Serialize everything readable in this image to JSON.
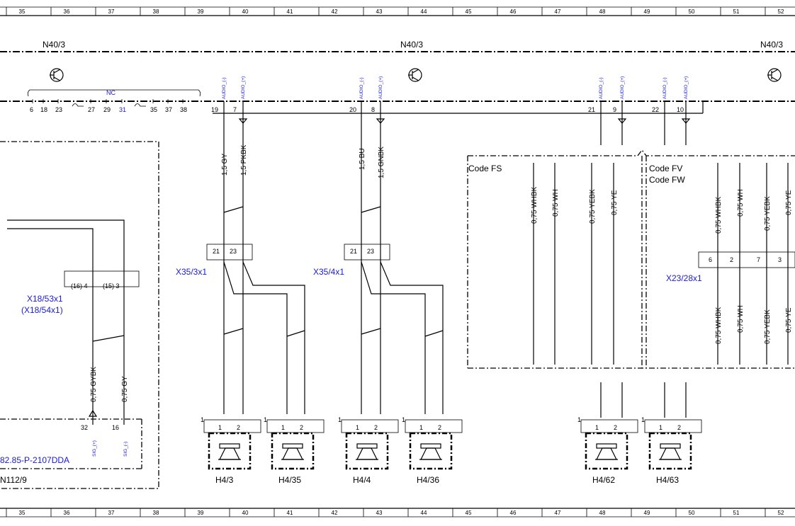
{
  "grid_numbers": [
    "35",
    "36",
    "37",
    "38",
    "39",
    "40",
    "41",
    "42",
    "43",
    "44",
    "45",
    "46",
    "47",
    "48",
    "49",
    "50",
    "51",
    "52"
  ],
  "component_label": "N40/3",
  "nc_label": "NC",
  "audio_minus": "AUDIO_(-)",
  "audio_plus": "AUDIO_(+)",
  "left_pins": [
    "6",
    "18",
    "23",
    "27",
    "29",
    "31",
    "35",
    "37",
    "38"
  ],
  "connectors": {
    "x35_3": {
      "label": "X35/3x1",
      "pins": [
        "21",
        "23"
      ],
      "audio_pins": [
        "19",
        "7"
      ],
      "wire_a": "1,5 GY",
      "wire_b": "1,5 PKBK"
    },
    "x35_4": {
      "label": "X35/4x1",
      "pins": [
        "21",
        "23"
      ],
      "audio_pins": [
        "20",
        "8"
      ],
      "wire_a": "1,5 BU",
      "wire_b": "1,5 GNBK"
    },
    "x18": {
      "label": "X18/53x1",
      "label2": "(X18/54x1)",
      "pin_a": "(16) 4",
      "pin_b": "(15) 3"
    },
    "x23": {
      "label": "X23/28x1",
      "pins": [
        "6",
        "2",
        "7",
        "3"
      ]
    }
  },
  "left_wires": {
    "a": "0,75 GYBK",
    "b": "0,75 GY"
  },
  "left_bottom": {
    "pin_a": "32",
    "pin_b": "16",
    "sig_plus": "SIG_(+)",
    "sig_minus": "SIG_(-)",
    "ref": "82.85-P-2107DDA",
    "module": "N112/9"
  },
  "right_pins": [
    "21",
    "9",
    "22",
    "10"
  ],
  "code_fs": "Code FS",
  "code_fv": "Code FV",
  "code_fw": "Code FW",
  "fs_wires": [
    "0,75 WHBK",
    "0,75 WH",
    "0,75 YEBK",
    "0,75 YE"
  ],
  "fv_wires": [
    "0,75 WHBK",
    "0,75 WH",
    "0,75 YEBK",
    "0,75 YE"
  ],
  "speaker_pins": [
    "1",
    "2"
  ],
  "speaker_corner": "1",
  "speakers": [
    "H4/3",
    "H4/35",
    "H4/4",
    "H4/36",
    "H4/62",
    "H4/63"
  ]
}
